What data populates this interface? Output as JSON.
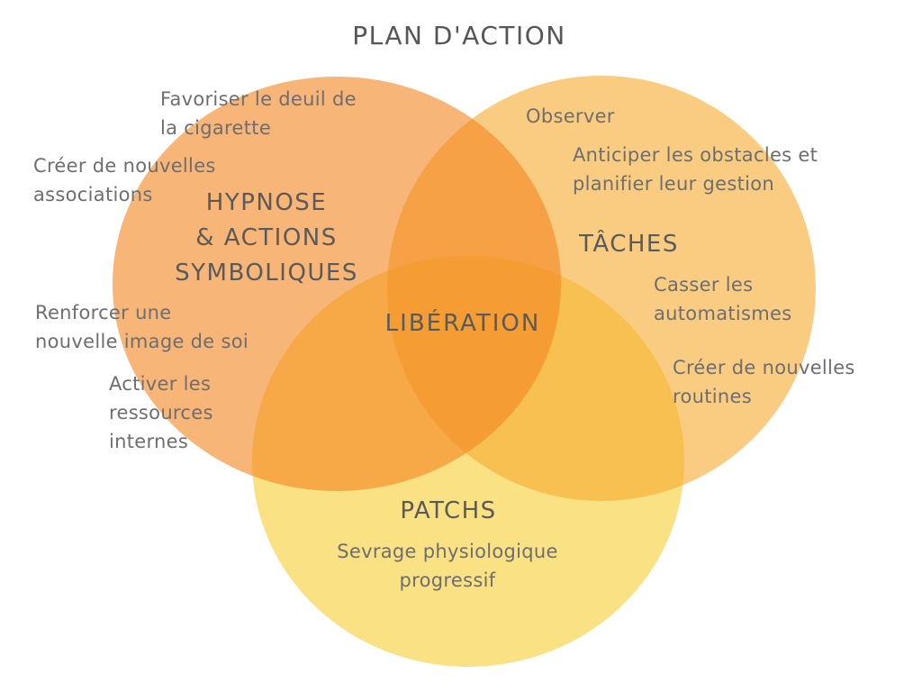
{
  "title": "PLAN D'ACTION",
  "diagram_type": "venn-3",
  "center": {
    "label": "LIBÉRATION"
  },
  "hypnose": {
    "label": "HYPNOSE\n& ACTIONS\nSYMBOLIQUES",
    "color": "#F8B578",
    "items": {
      "deuil": "Favoriser le deuil de\nla cigarette",
      "associations": "Créer de nouvelles\nassociations",
      "image_de_soi": "Renforcer une\nnouvelle image de soi",
      "ressources": "Activer les\nressources\ninternes"
    }
  },
  "taches": {
    "label": "TÂCHES",
    "color": "#FACC82",
    "items": {
      "observer": "Observer",
      "anticiper": "Anticiper les obstacles et\nplanifier leur gestion",
      "casser": "Casser les\nautomatismes",
      "routines": "Créer de nouvelles\nroutines"
    }
  },
  "patchs": {
    "label": "PATCHS",
    "color": "#FAE183",
    "items": {
      "sevrage": "Sevrage physiologique\nprogressif"
    }
  },
  "colors": {
    "overlap_pair": "#F6A446",
    "overlap_center": "#F59C32",
    "title_text": "#565656",
    "heading_text": "#5A5A5A",
    "annotation_text": "#6E6E6E",
    "background": "#FFFFFF"
  }
}
